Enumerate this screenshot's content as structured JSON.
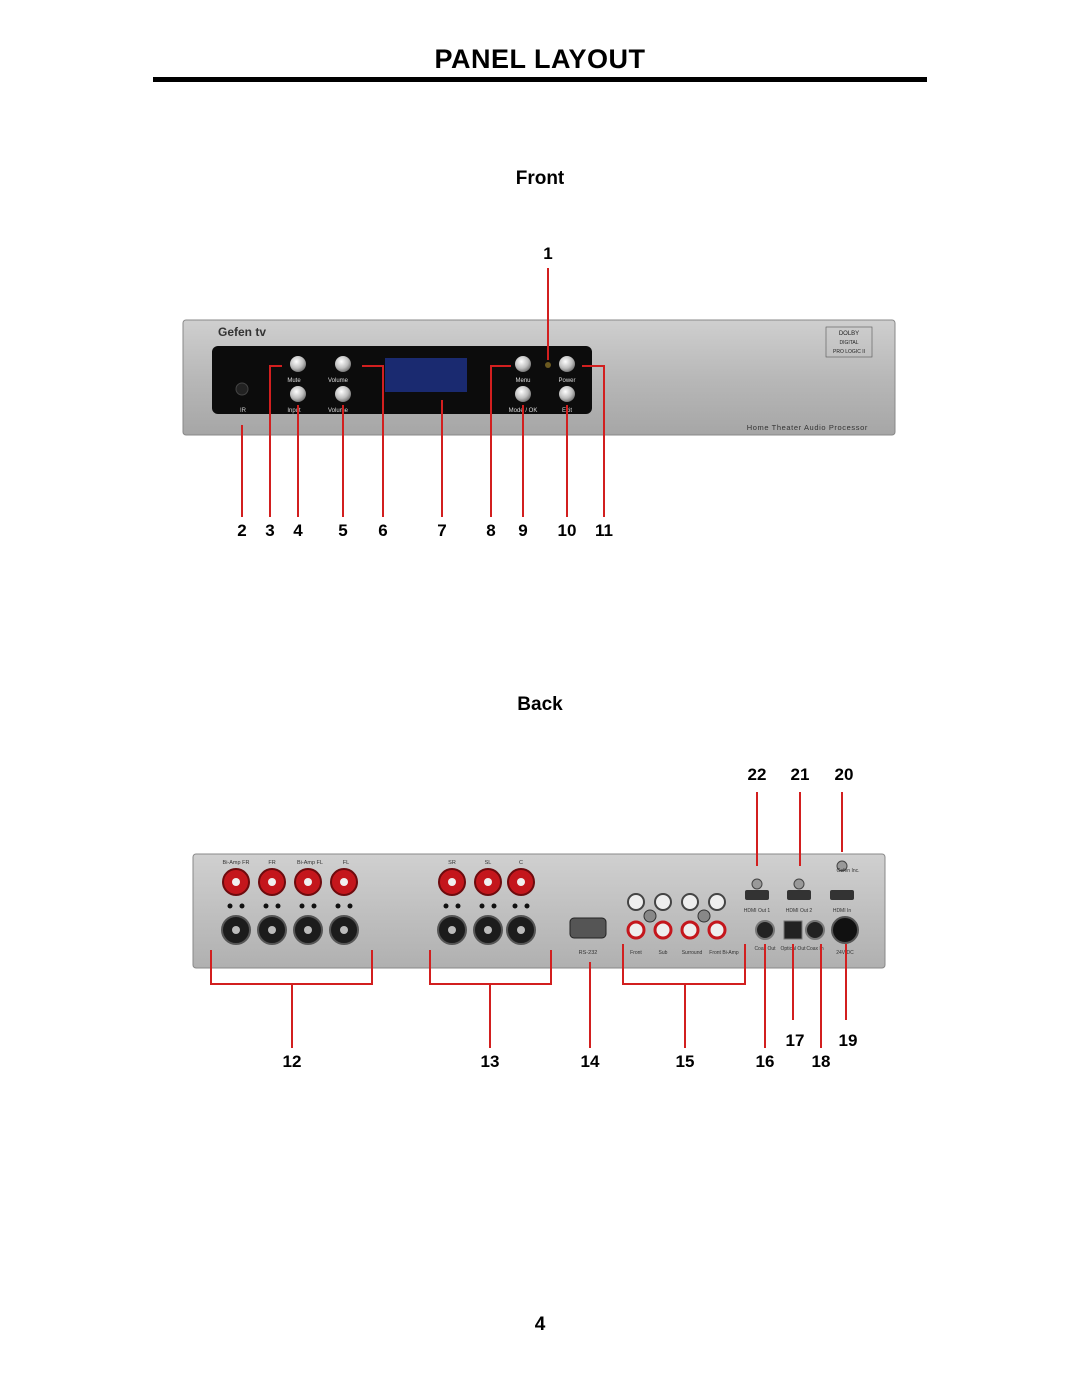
{
  "page": {
    "title": "PANEL LAYOUT",
    "page_number": "4"
  },
  "front": {
    "label": "Front",
    "brand": "Gefen tv",
    "badge_lines": [
      "DOLBY",
      "DIGITAL",
      "PRO LOGIC II"
    ],
    "model": "Home Theater Audio Processor",
    "buttons": {
      "mute": "Mute",
      "volume_up": "Volume",
      "input": "Input",
      "volume_down": "Volume",
      "menu": "Menu",
      "power": "Power",
      "mode_ok": "Mode / OK",
      "exit": "Exit",
      "ir": "IR"
    },
    "callouts": [
      "1",
      "2",
      "3",
      "4",
      "5",
      "6",
      "7",
      "8",
      "9",
      "10",
      "11"
    ]
  },
  "back": {
    "label": "Back",
    "speaker_labels": [
      "Bi-Amp FR",
      "FR",
      "Bi-Amp FL",
      "FL",
      "SR",
      "SL",
      "C"
    ],
    "connector_labels": {
      "rs232": "RS-232",
      "front": "Front",
      "sub": "Sub",
      "surround": "Surround",
      "front_biamp": "Front Bi-Amp",
      "hdmi_out1": "HDMI Out 1",
      "hdmi_out2": "HDMI Out 2",
      "hdmi_in": "HDMI In",
      "coax_out": "Coax Out",
      "optical_out": "Optical Out",
      "coax_in": "Coax In",
      "dc": "24V DC",
      "maker": "Gefen Inc."
    },
    "callouts": [
      "12",
      "13",
      "14",
      "15",
      "16",
      "17",
      "18",
      "19",
      "20",
      "21",
      "22"
    ]
  }
}
